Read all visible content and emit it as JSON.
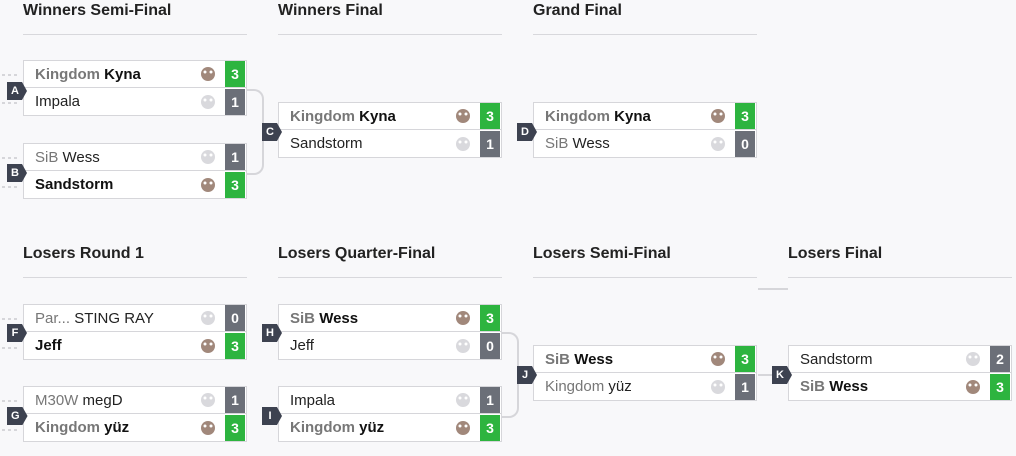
{
  "rounds": {
    "winners_semi": "Winners Semi-Final",
    "winners_final": "Winners Final",
    "grand_final": "Grand Final",
    "losers_r1": "Losers Round 1",
    "losers_qf": "Losers Quarter-Final",
    "losers_sf": "Losers Semi-Final",
    "losers_final": "Losers Final"
  },
  "matches": {
    "A": {
      "tag": "A",
      "p1": {
        "team": "Kingdom",
        "player": "Kyna",
        "score": "3",
        "win": true
      },
      "p2": {
        "team": "",
        "player": "Impala",
        "score": "1",
        "win": false
      }
    },
    "B": {
      "tag": "B",
      "p1": {
        "team": "SiB",
        "player": "Wess",
        "score": "1",
        "win": false
      },
      "p2": {
        "team": "",
        "player": "Sandstorm",
        "score": "3",
        "win": true
      }
    },
    "C": {
      "tag": "C",
      "p1": {
        "team": "Kingdom",
        "player": "Kyna",
        "score": "3",
        "win": true
      },
      "p2": {
        "team": "",
        "player": "Sandstorm",
        "score": "1",
        "win": false
      }
    },
    "D": {
      "tag": "D",
      "p1": {
        "team": "Kingdom",
        "player": "Kyna",
        "score": "3",
        "win": true
      },
      "p2": {
        "team": "SiB",
        "player": "Wess",
        "score": "0",
        "win": false
      }
    },
    "F": {
      "tag": "F",
      "p1": {
        "team": "Par...",
        "player": "STING RAY",
        "score": "0",
        "win": false
      },
      "p2": {
        "team": "",
        "player": "Jeff",
        "score": "3",
        "win": true
      }
    },
    "G": {
      "tag": "G",
      "p1": {
        "team": "M30W",
        "player": "megD",
        "score": "1",
        "win": false
      },
      "p2": {
        "team": "Kingdom",
        "player": "yüz",
        "score": "3",
        "win": true
      }
    },
    "H": {
      "tag": "H",
      "p1": {
        "team": "SiB",
        "player": "Wess",
        "score": "3",
        "win": true
      },
      "p2": {
        "team": "",
        "player": "Jeff",
        "score": "0",
        "win": false
      }
    },
    "I": {
      "tag": "I",
      "p1": {
        "team": "",
        "player": "Impala",
        "score": "1",
        "win": false
      },
      "p2": {
        "team": "Kingdom",
        "player": "yüz",
        "score": "3",
        "win": true
      }
    },
    "J": {
      "tag": "J",
      "p1": {
        "team": "SiB",
        "player": "Wess",
        "score": "3",
        "win": true
      },
      "p2": {
        "team": "Kingdom",
        "player": "yüz",
        "score": "1",
        "win": false
      }
    },
    "K": {
      "tag": "K",
      "p1": {
        "team": "",
        "player": "Sandstorm",
        "score": "2",
        "win": false
      },
      "p2": {
        "team": "SiB",
        "player": "Wess",
        "score": "3",
        "win": true
      }
    }
  },
  "colors": {
    "win": "#2db43f",
    "loss": "#6b6f78",
    "tag": "#3d4250"
  }
}
